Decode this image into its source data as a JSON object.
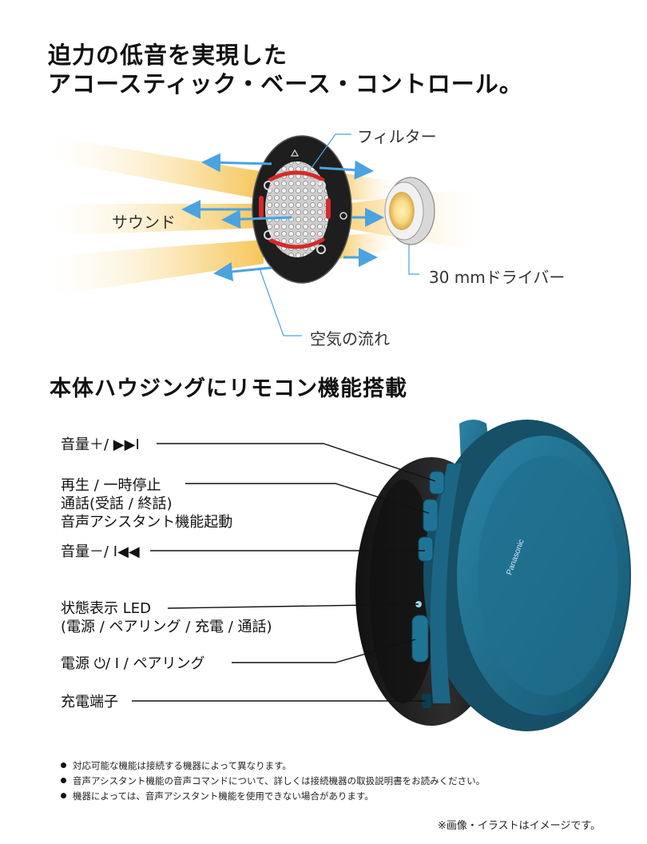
{
  "section1": {
    "title_line1": "迫力の低音を実現した",
    "title_line2": "アコースティック・ベース・コントロール。",
    "labels": {
      "filter": "フィルター",
      "sound": "サウンド",
      "driver": "30 mmドライバー",
      "airflow": "空気の流れ"
    }
  },
  "section2": {
    "title": "本体ハウジングにリモコン機能搭載",
    "controls": [
      {
        "lines": [
          "音量＋/ ▶▶I"
        ]
      },
      {
        "lines": [
          "再生 / 一時停止",
          "通話(受話 / 終話)",
          "音声アシスタント機能起動"
        ]
      },
      {
        "lines": [
          "音量－/ I◀◀"
        ]
      },
      {
        "lines": [
          "状態表示 LED",
          "(電源 / ペアリング / 充電 / 通話)"
        ]
      },
      {
        "lines": [
          "電源 ⏻/ I  / ペアリング"
        ]
      },
      {
        "lines": [
          "充電端子"
        ]
      }
    ],
    "brand_mark": "Panasonic"
  },
  "notes": [
    "対応可能な機能は接続する機器によって異なります。",
    "音声アシスタント機能の音声コマンドについて、詳しくは接続機器の取扱説明書をお読みください。",
    "機器によっては、音声アシスタント機能を使用できない場合があります。"
  ],
  "disclaimer": "※画像・イラストはイメージです。",
  "colors": {
    "arrow_blue": "#4aa3e0",
    "glow_yellow": "#f6c55a",
    "accent_red": "#d42a2a",
    "headphone_teal": "#1e6f8f",
    "cushion_black": "#1c1c1c"
  }
}
